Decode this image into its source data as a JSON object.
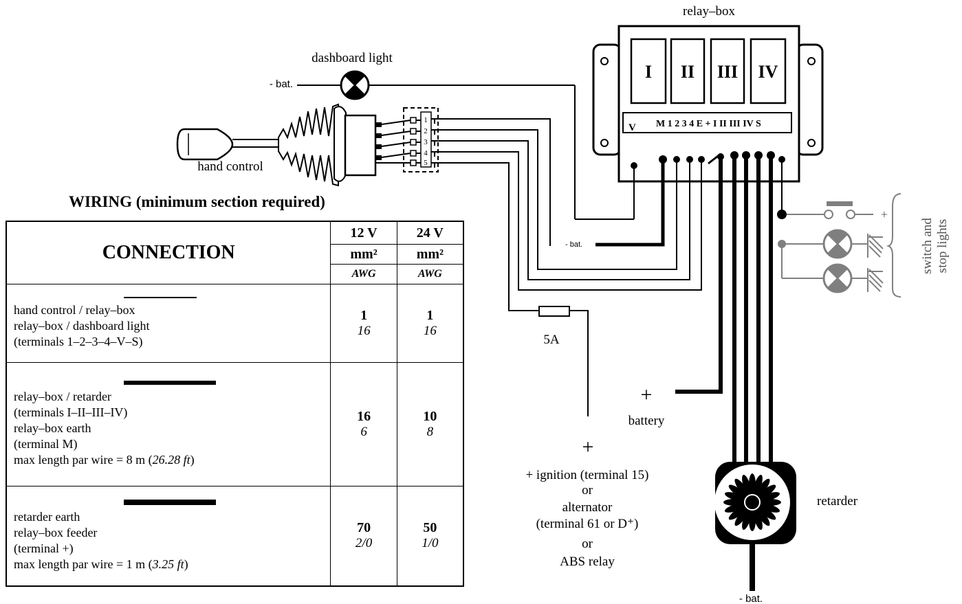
{
  "labels": {
    "relay_box": "relay–box",
    "dashboard_light": "dashboard light",
    "bat_top": "- bat.",
    "hand_control": "hand control",
    "bat_mid": "- bat.",
    "fuse": "5A",
    "battery_plus": "+",
    "battery": "battery",
    "ignition_plus": "+",
    "ignition_lines": [
      "+ ignition (terminal 15)",
      "or",
      "alternator",
      "(terminal 61 or D⁺)",
      "or",
      "ABS relay"
    ],
    "retarder": "retarder",
    "bat_bottom": "- bat.",
    "switch_stop_lights": [
      "switch and",
      "stop lights"
    ],
    "switch_plus": "+"
  },
  "relay_box": {
    "relays": [
      "I",
      "II",
      "III",
      "IV"
    ],
    "terminal_v": "V",
    "terminal_strip": "M 1 2 3 4 E  +  I II III IV S"
  },
  "connector_pins": [
    "1",
    "2",
    "3",
    "4",
    "5"
  ],
  "wiring": {
    "title": "WIRING (minimum section required)",
    "header": {
      "connection": "CONNECTION",
      "v12": "12 V",
      "v24": "24 V",
      "unit_mm": "mm²",
      "unit_awg": "AWG"
    },
    "rows": [
      {
        "lines": [
          "hand control / relay–box",
          "relay–box / dashboard light",
          "(terminals 1–2–3–4–V–S)"
        ],
        "v12_mm": "1",
        "v12_awg": "16",
        "v24_mm": "1",
        "v24_awg": "16"
      },
      {
        "lines": [
          "relay–box / retarder",
          "(terminals I–II–III–IV)",
          "relay–box earth",
          "(terminal M)"
        ],
        "length_prefix": "max length par wire = 8 m (",
        "length_ft": "26.28 ft",
        "length_suffix": ")",
        "v12_mm": "16",
        "v12_awg": "6",
        "v24_mm": "10",
        "v24_awg": "8"
      },
      {
        "lines": [
          "retarder earth",
          "relay–box feeder",
          "(terminal +)"
        ],
        "length_prefix": "max length par wire = 1 m (",
        "length_ft": "3.25 ft",
        "length_suffix": ")",
        "v12_mm": "70",
        "v12_awg": "2/0",
        "v24_mm": "50",
        "v24_awg": "1/0"
      }
    ]
  }
}
